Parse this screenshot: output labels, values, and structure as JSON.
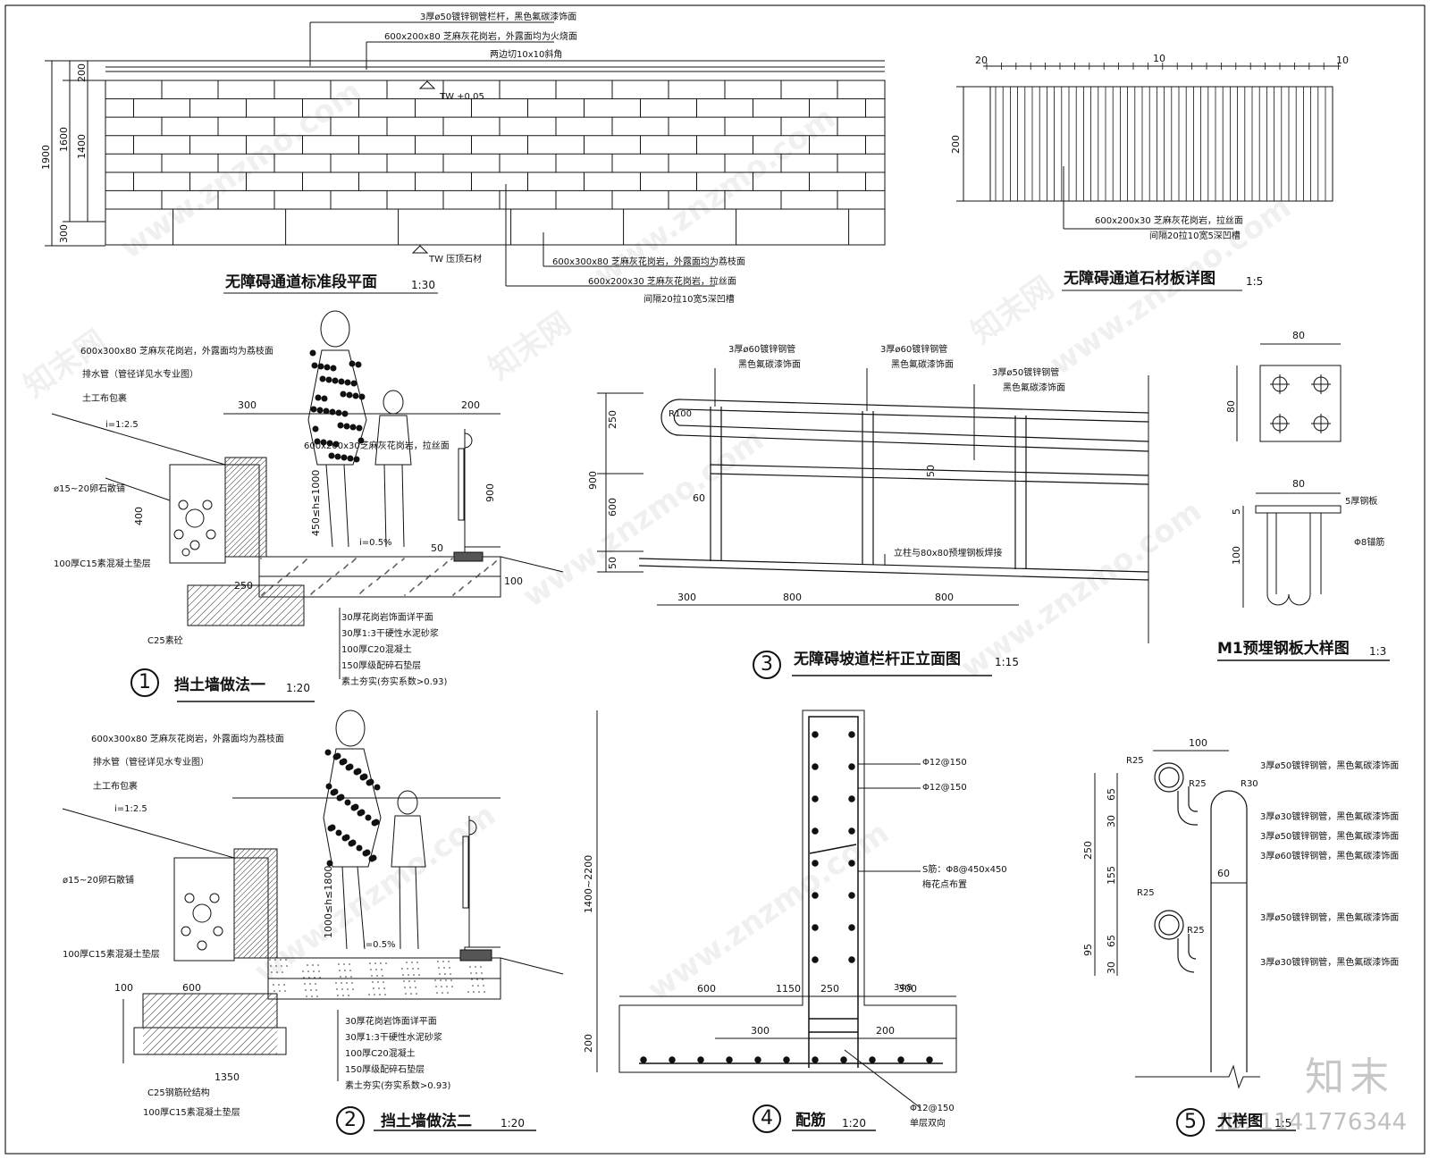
{
  "sheet": {
    "watermark_url": "www.znzmo.com",
    "watermark_cn": "知末网",
    "brand": "知末",
    "id_text": "ID: 1141776344"
  },
  "plan": {
    "title": "无障碍通道标准段平面",
    "scale": "1:30",
    "note_rail": "3厚ø50镀锌钢管栏杆，黑色氟碳漆饰面",
    "note_cap": "600x200x80  芝麻灰花岗岩，外露面均为火烧面",
    "note_cap2": "两边切10x10斜角",
    "tw_top": "TW +0.05",
    "tw_bottom": "TW  压顶石材",
    "note_wall": "600x300x80  芝麻灰花岗岩，外露面均为荔枝面",
    "note_floor": "600x200x30  芝麻灰花岗岩，拉丝面",
    "note_floor2": "间隔20拉10宽5深凹槽",
    "dims": [
      "1900",
      "1600",
      "1400",
      "200",
      "300"
    ]
  },
  "stone": {
    "title": "无障碍通道石材板详图",
    "scale": "1:5",
    "top_dims_left": "20",
    "top_dims_mid": "10",
    "top_dims_right": "10",
    "dim_h": "200",
    "note": "600x200x30  芝麻灰花岗岩，拉丝面",
    "note2": "间隔20拉10宽5深凹槽"
  },
  "wall1": {
    "title": "挡土墙做法一",
    "scale": "1:20",
    "num": "1",
    "n_stone": "600x300x80  芝麻灰花岗岩，外露面均为荔枝面",
    "n_drain": "排水管（管径详见水专业图）",
    "n_geo": "土工布包裹",
    "slope": "i=1:2.5",
    "n_pebble": "ø15~20卵石散铺",
    "n_c15": "100厚C15素混凝土垫层",
    "n_c25": "C25素砼",
    "n_top": "600x200x30芝麻灰花岗岩，拉丝面",
    "h_range": "450≤h≤1000",
    "i05": "i=0.5%",
    "d300": "300",
    "d200": "200",
    "d400": "400",
    "d900": "900",
    "d50": "50",
    "d250": "250",
    "d100": "100",
    "layers": [
      "30厚花岗岩饰面详平面",
      "30厚1:3干硬性水泥砂浆",
      "100厚C20混凝土",
      "150厚级配碎石垫层",
      "素土夯实(夯实系数>0.93)"
    ]
  },
  "wall2": {
    "title": "挡土墙做法二",
    "scale": "1:20",
    "num": "2",
    "n_stone": "600x300x80  芝麻灰花岗岩，外露面均为荔枝面",
    "n_drain": "排水管（管径详见水专业图）",
    "n_geo": "土工布包裹",
    "slope": "i=1:2.5",
    "n_pebble": "ø15~20卵石散铺",
    "n_c15": "100厚C15素混凝土垫层",
    "n_c25": "C25钢筋砼结构",
    "n_c15b": "100厚C15素混凝土垫层",
    "h_range": "1000≤h≤1800",
    "i05": "i=0.5%",
    "d1350": "1350",
    "d600": "600",
    "d100": "100",
    "layers": [
      "30厚花岗岩饰面详平面",
      "30厚1:3干硬性水泥砂浆",
      "100厚C20混凝土",
      "150厚级配碎石垫层",
      "素土夯实(夯实系数>0.93)"
    ]
  },
  "rail": {
    "title": "无障碍坡道栏杆正立面图",
    "scale": "1:15",
    "num": "3",
    "n1": "3厚ø60镀锌钢管",
    "n1b": "黑色氟碳漆饰面",
    "n2": "3厚ø60镀锌钢管",
    "n2b": "黑色氟碳漆饰面",
    "n3": "3厚ø50镀锌钢管",
    "n3b": "黑色氟碳漆饰面",
    "r100": "R100",
    "post_note": "立柱与80x80预埋钢板焊接",
    "d250": "250",
    "d600": "600",
    "d900": "900",
    "d50": "50",
    "d60": "60",
    "bottom": [
      "300",
      "800",
      "800"
    ]
  },
  "plate": {
    "title": "M1预埋钢板大样图",
    "scale": "1:3",
    "d80": "80",
    "d80b": "80",
    "d80c": "80",
    "d5": "5",
    "d100": "100",
    "n_plate": "5厚钢板",
    "n_anchor": "Φ8锚筋"
  },
  "rebar": {
    "title": "配筋",
    "scale": "1:20",
    "num": "4",
    "n1": "Φ12@150",
    "n2": "Φ12@150",
    "n3": "S筋：Φ8@450x450",
    "n3b": "梅花点布置",
    "n4": "3Φ8",
    "n5": "Φ12@150",
    "n5b": "单层双向",
    "h": "1400~2200",
    "d200": "200",
    "d1150": "1150",
    "d600": "600",
    "d250": "250",
    "d300": "300",
    "d300b": "300",
    "d200b": "200"
  },
  "detail": {
    "title": "大样图",
    "scale": "1:5",
    "num": "5",
    "d100": "100",
    "r25a": "R25",
    "r25b": "R25",
    "r30": "R30",
    "r25c": "R25",
    "r25d": "R25",
    "d60": "60",
    "vdims": [
      "65",
      "30",
      "155",
      "65",
      "30",
      "95",
      "250"
    ],
    "notes": [
      "3厚ø50镀锌钢管，黑色氟碳漆饰面",
      "3厚ø30镀锌钢管，黑色氟碳漆饰面",
      "3厚ø50镀锌钢管，黑色氟碳漆饰面",
      "3厚ø60镀锌钢管，黑色氟碳漆饰面",
      "3厚ø50镀锌钢管，黑色氟碳漆饰面",
      "3厚ø30镀锌钢管，黑色氟碳漆饰面"
    ]
  }
}
